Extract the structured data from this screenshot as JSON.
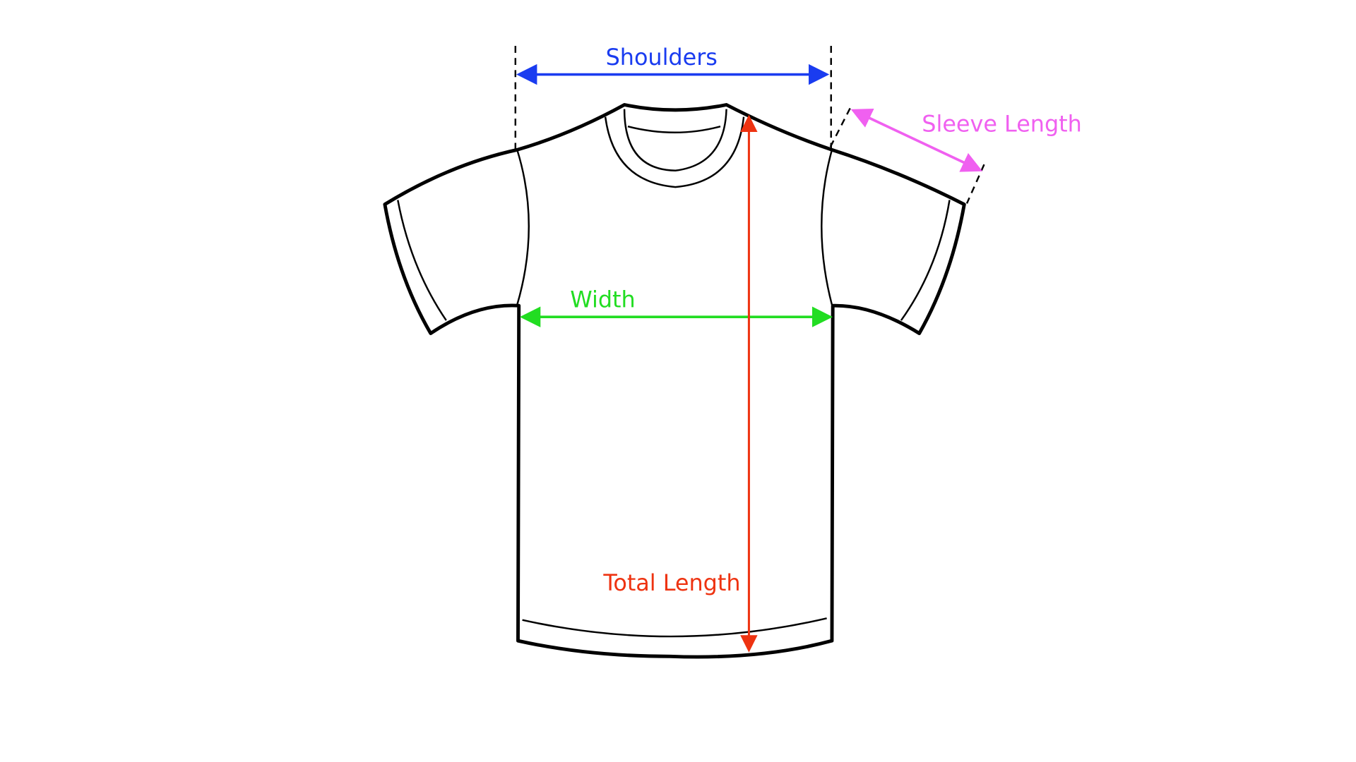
{
  "diagram": {
    "labels": {
      "shoulders": "Shoulders",
      "sleeve_length": "Sleeve Length",
      "width": "Width",
      "total_length": "Total Length"
    },
    "colors": {
      "shoulders": "#1a3cf0",
      "sleeve_length": "#f060f0",
      "width": "#22dd22",
      "total_length": "#ee3311",
      "outline": "#000000",
      "background": "#ffffff"
    }
  }
}
